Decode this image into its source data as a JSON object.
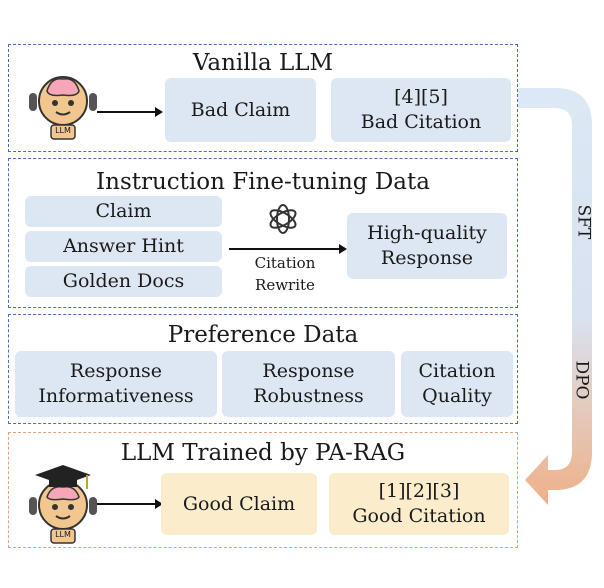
{
  "vanilla": {
    "title": "Vanilla LLM",
    "bad_claim": "Bad Claim",
    "bad_citation": "[4][5]\nBad Citation",
    "robot_badge": "LLM"
  },
  "instruction": {
    "title": "Instruction Fine-tuning Data",
    "inputs": [
      "Claim",
      "Answer Hint",
      "Golden Docs"
    ],
    "process": "Citation\nRewrite",
    "output": "High-quality\nResponse"
  },
  "preference": {
    "title": "Preference Data",
    "items": [
      "Response\nInformativeness",
      "Response\nRobustness",
      "Citation\nQuality"
    ]
  },
  "trained": {
    "title": "LLM Trained by PA-RAG",
    "good_claim": "Good Claim",
    "good_citation": "[1][2][3]\nGood Citation",
    "robot_badge": "LLM"
  },
  "flow": {
    "sft_label": "SFT",
    "dpo_label": "DPO",
    "colors": {
      "top": "#dce8f5",
      "bottom": "#efb088"
    }
  }
}
